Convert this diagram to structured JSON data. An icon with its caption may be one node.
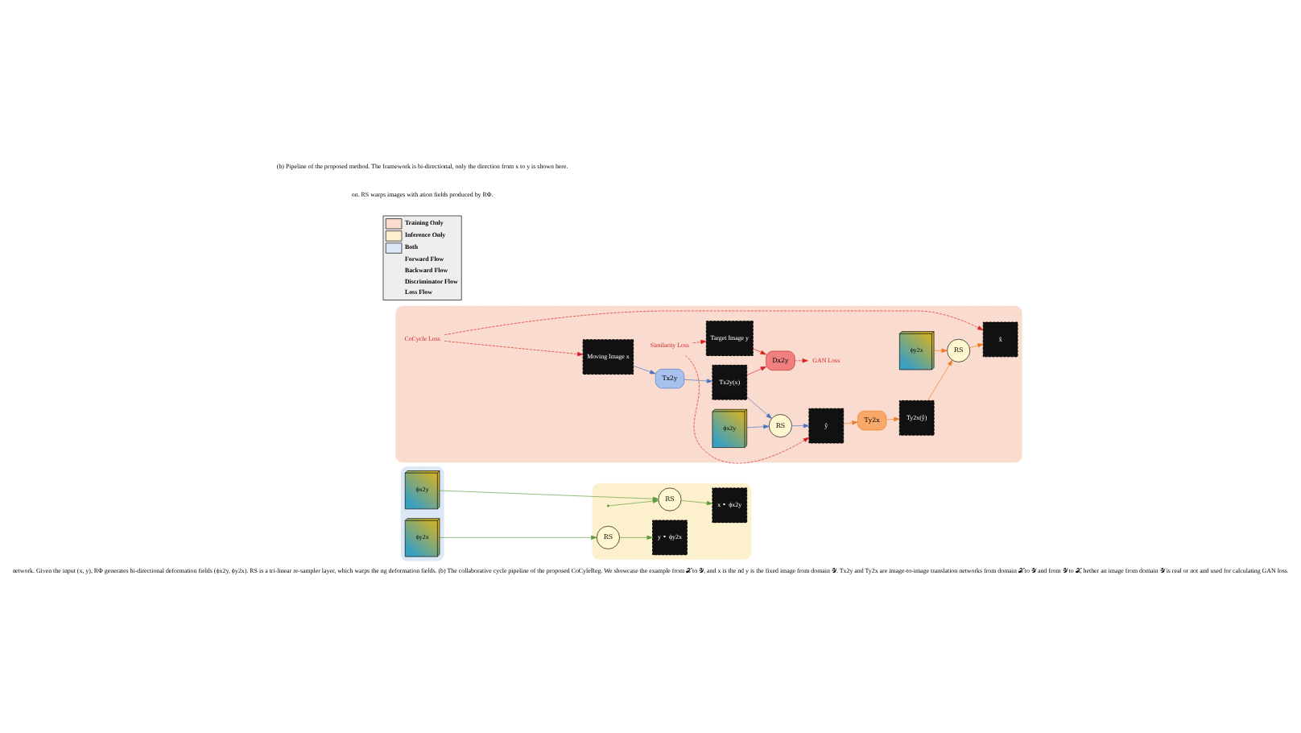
{
  "diagram": {
    "caption": "network. Given the input (x, y), RΦ generates bi-directional deformation fields (ϕx2y, ϕy2x). RS is a tri-linear re-sampler layer, which warps the ng deformation fields. (b) The collaborative cycle pipeline of the proposed CoCyleReg. We showcase the example from 𝒳 to 𝒴, and x is the nd y is the fixed image from domain 𝒴. Tx2y and Ty2x are image-to-image translation networks from domain 𝒳 to 𝒴 and from 𝒴 to 𝒳, hether an image from domain 𝒴 is real or not and used for calculating GAN loss.",
    "nodes": [
      {
        "text": [],
        "shape": "box"
      },
      {
        "text": [
          "ϕx2y"
        ],
        "in": 0
      },
      {
        "text": [
          "ϕy2x"
        ],
        "in": 0
      },
      {
        "text": [],
        "shape": "box"
      },
      {
        "text": [
          "RS"
        ],
        "in": 3
      },
      {
        "text": [
          "x ∘ ϕx2y"
        ],
        "in": 3
      },
      {
        "text": [
          "RS"
        ],
        "in": 3
      },
      {
        "text": [
          "y ∘ ϕy2x"
        ],
        "in": 3
      },
      {
        "text": [],
        "shape": "box"
      },
      {
        "text": [
          "Moving Image x"
        ],
        "in": 8
      },
      {
        "text": [
          "Tx2y"
        ],
        "in": 8
      },
      {
        "text": [
          "Tx2y(x)"
        ],
        "in": 8
      },
      {
        "text": [
          "RS"
        ],
        "in": 8
      },
      {
        "text": [
          "ŷ"
        ],
        "in": 8
      },
      {
        "text": [
          "ϕy2x"
        ],
        "in": 8
      },
      {
        "text": [
          "ϕx2y"
        ],
        "in": 8
      },
      {
        "text": [
          "CoCycle Loss"
        ],
        "in": 8
      },
      {
        "text": [
          "x̂"
        ],
        "in": 8
      },
      {
        "text": [
          "RS"
        ],
        "in": 8
      },
      {
        "text": [
          "Ty2x(ŷ)"
        ],
        "in": 8
      },
      {
        "text": [
          "Ty2x"
        ],
        "in": 8
      },
      {
        "text": [
          "Target Image y"
        ],
        "in": 8
      },
      {
        "text": [
          "Similarity Loss"
        ],
        "in": 8
      },
      {
        "text": [
          "Dx2y"
        ],
        "in": 8
      },
      {
        "text": [
          "GAN Loss"
        ],
        "in": 8
      }
    ],
    "edges": [
      {
        "from": null,
        "to": 4,
        "arrow": "to",
        "color": "#5a9a3c"
      },
      {
        "from": 1,
        "to": 4,
        "arrow": "to",
        "color": "#5a9a3c"
      },
      {
        "from": 4,
        "to": 5,
        "arrow": "to",
        "color": "#5a9a3c"
      },
      {
        "from": 2,
        "to": 6,
        "arrow": "to",
        "color": "#5a9a3c"
      },
      {
        "from": 6,
        "to": 7,
        "arrow": "to",
        "color": "#5a9a3c"
      },
      {
        "from": 9,
        "to": 10,
        "arrow": "to",
        "color": "#4a72c4"
      },
      {
        "from": 10,
        "to": 11,
        "arrow": "to",
        "color": "#4a72c4"
      },
      {
        "from": 11,
        "to": 12,
        "arrow": "to",
        "color": "#4a72c4"
      },
      {
        "from": 15,
        "to": 12,
        "arrow": "to",
        "color": "#4a72c4"
      },
      {
        "from": 12,
        "to": 13,
        "arrow": "to",
        "color": "#4a72c4"
      },
      {
        "from": 13,
        "to": 20,
        "arrow": "to",
        "color": "#f07820"
      },
      {
        "from": 20,
        "to": 19,
        "arrow": "to",
        "color": "#f07820"
      },
      {
        "from": 19,
        "to": 18,
        "arrow": "to",
        "color": "#f07820"
      },
      {
        "from": 14,
        "to": 18,
        "arrow": "to",
        "color": "#f07820"
      },
      {
        "from": 18,
        "to": 17,
        "arrow": "to",
        "color": "#f07820"
      },
      {
        "from": 11,
        "to": 23,
        "arrow": "to",
        "color": "#d81e1e"
      },
      {
        "from": 21,
        "to": 23,
        "arrow": "to",
        "color": "#d81e1e"
      },
      {
        "from": 16,
        "to": 9,
        "arrow": "to",
        "style": "dashed",
        "color": "#d81e1e"
      },
      {
        "from": 16,
        "to": 17,
        "arrow": "to",
        "style": "dashed",
        "color": "#d81e1e"
      },
      {
        "from": 22,
        "to": 13,
        "arrow": "to",
        "style": "dashed",
        "color": "#d81e1e"
      },
      {
        "from": 22,
        "to": 21,
        "arrow": "to",
        "style": "dashed",
        "color": "#d81e1e"
      },
      {
        "from": 23,
        "to": 24,
        "arrow": "to",
        "style": "dashed",
        "color": "#d81e1e"
      }
    ],
    "labels": [
      "on. RS warps images with ation fields produced by RΦ.",
      "(b) Pipeline of the proposed method. The framework is bi-directional, only the direction from x to y is shown here."
    ],
    "legend": [
      {
        "text": "Training Only",
        "color": "#f9dccf"
      },
      {
        "text": "Inference Only",
        "color": "#fdf0cc"
      },
      {
        "text": "Both",
        "color": "#dce8f5"
      },
      {
        "text": "Forward Flow"
      },
      {
        "text": "Backward Flow"
      },
      {
        "text": "Discriminator Flow"
      },
      {
        "text": "Loss Flow"
      }
    ]
  }
}
